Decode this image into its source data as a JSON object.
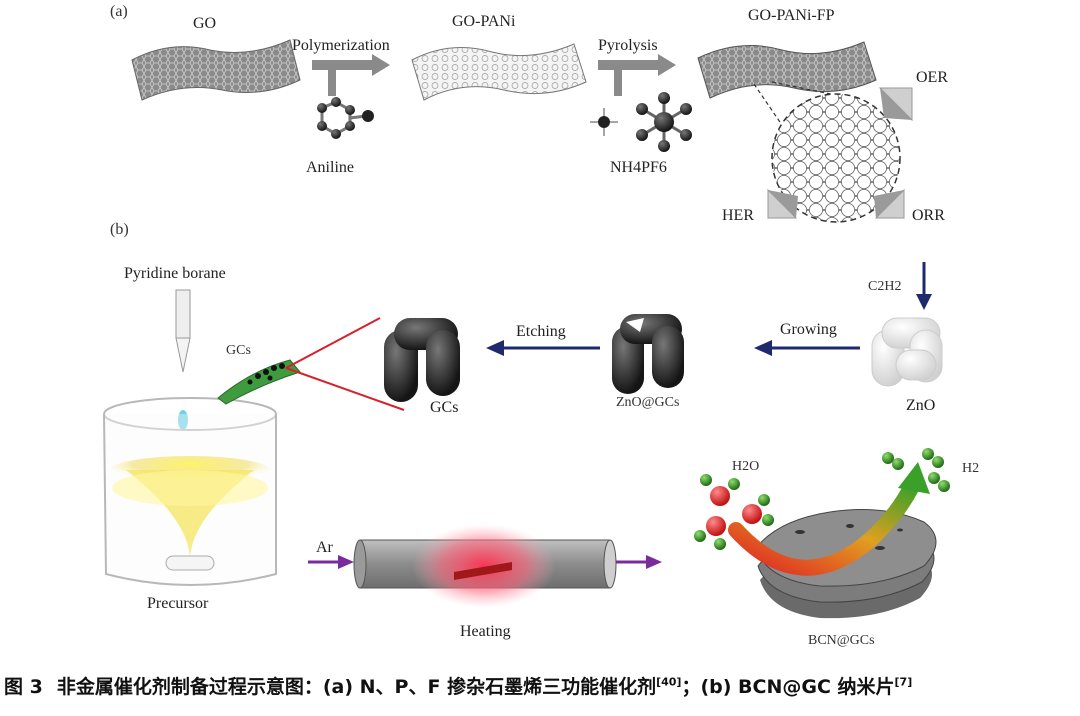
{
  "panel_a": {
    "tag": "(a)",
    "go_label": "GO",
    "go_pani_label": "GO-PANi",
    "go_pani_fp_label": "GO-PANi-FP",
    "polymerization_label": "Polymerization",
    "pyrolysis_label": "Pyrolysis",
    "aniline_label": "Aniline",
    "nh4pf6_label": "NH4PF6",
    "oer_label": "OER",
    "her_label": "HER",
    "orr_label": "ORR"
  },
  "panel_b": {
    "tag": "(b)",
    "pyridine_borane_label": "Pyridine borane",
    "gcs_small_label": "GCs",
    "gcs_label": "GCs",
    "etching_label": "Etching",
    "growing_label": "Growing",
    "c2h2_label": "C2H2",
    "zno_gcs_label": "ZnO@GCs",
    "zno_label": "ZnO",
    "precursor_label": "Precursor",
    "ar_label": "Ar",
    "heating_label": "Heating",
    "h2o_label": "H2O",
    "h2_label": "H2",
    "bcn_label": "BCN@GCs"
  },
  "caption": {
    "number": "图 3",
    "text": "非金属催化剂制备过程示意图：(a) N、P、F 掺杂石墨烯三功能催化剂",
    "ref_a": "[40]",
    "text_b": "；(b) BCN@GC 纳米片",
    "ref_b": "[7]"
  },
  "colors": {
    "navy_arrow": "#1f2a6e",
    "purple_arrow": "#7a2a9c",
    "red_line": "#d8202a",
    "oxygen_red": "#e02424",
    "hydrogen_green": "#3a9a2a"
  }
}
